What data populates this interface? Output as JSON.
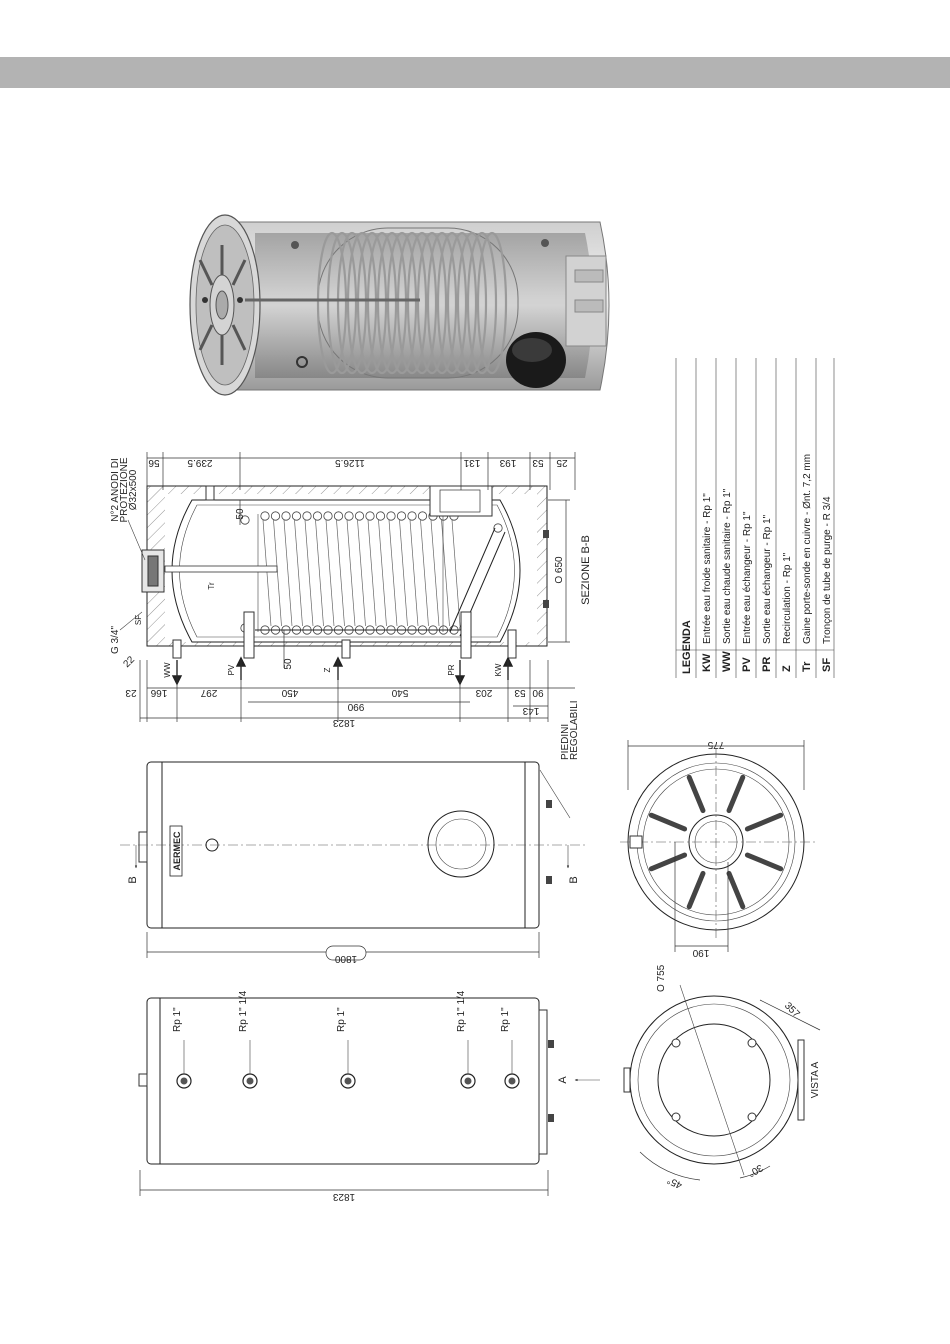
{
  "render": {
    "legend": {
      "title": "LEGENDA",
      "items": [
        {
          "code": "KW",
          "text": "Entrée eau froide sanitaire - Rp 1\""
        },
        {
          "code": "WW",
          "text": "Sortie eau chaude sanitaire - Rp 1\""
        },
        {
          "code": "PV",
          "text": "Entrée eau échangeur - Rp 1\""
        },
        {
          "code": "PR",
          "text": "Sortie eau échangeur - Rp 1\""
        },
        {
          "code": "Z",
          "text": "Recirculation - Rp 1\""
        },
        {
          "code": "Tr",
          "text": "Gaine porte-sonde en cuivre - Ønt. 7,2 mm"
        },
        {
          "code": "SF",
          "text": "Tronçon de tube de purge - R 3/4"
        }
      ]
    },
    "section": {
      "anode_label": [
        "N°2 ANODI DI",
        "PROTEZIONE",
        "Ø32x500"
      ],
      "title": "SEZIONE B-B",
      "thread_label": "G 3/4\"",
      "side_dims": [
        "22",
        "23"
      ],
      "top_dims": [
        "56",
        "239.5",
        "1126.5",
        "131",
        "193",
        "53",
        "25"
      ],
      "bottom_dims": [
        "166",
        "297",
        "450",
        "540",
        "203",
        "53",
        "90"
      ],
      "dim_143": "143",
      "dim_990": "990",
      "dim_1823": "1823",
      "dim_50a": "50",
      "dim_50b": "50",
      "diameter": "O 650",
      "connections": [
        "WW",
        "PV",
        "Z",
        "PR",
        "KW"
      ],
      "tr_label": "Tr",
      "sf_label": "SF"
    },
    "front": {
      "brand": "AERMEC",
      "feet_label": [
        "PIEDINI",
        "REGOLABILI"
      ],
      "section_mark": "B",
      "length": "1800"
    },
    "end_view": {
      "width": "775",
      "dim_190": "190"
    },
    "top_view": {
      "ports": [
        "Rp 1\"",
        "Rp 1\" 1/4",
        "Rp 1\"",
        "Rp 1\" 1/4",
        "Rp 1\""
      ],
      "view_mark": "A",
      "length": "1823"
    },
    "vista": {
      "title": "VISTA A",
      "diameter": "O 755",
      "dim_357": "357",
      "angle_45": "45°",
      "angle_30": "30°"
    }
  }
}
